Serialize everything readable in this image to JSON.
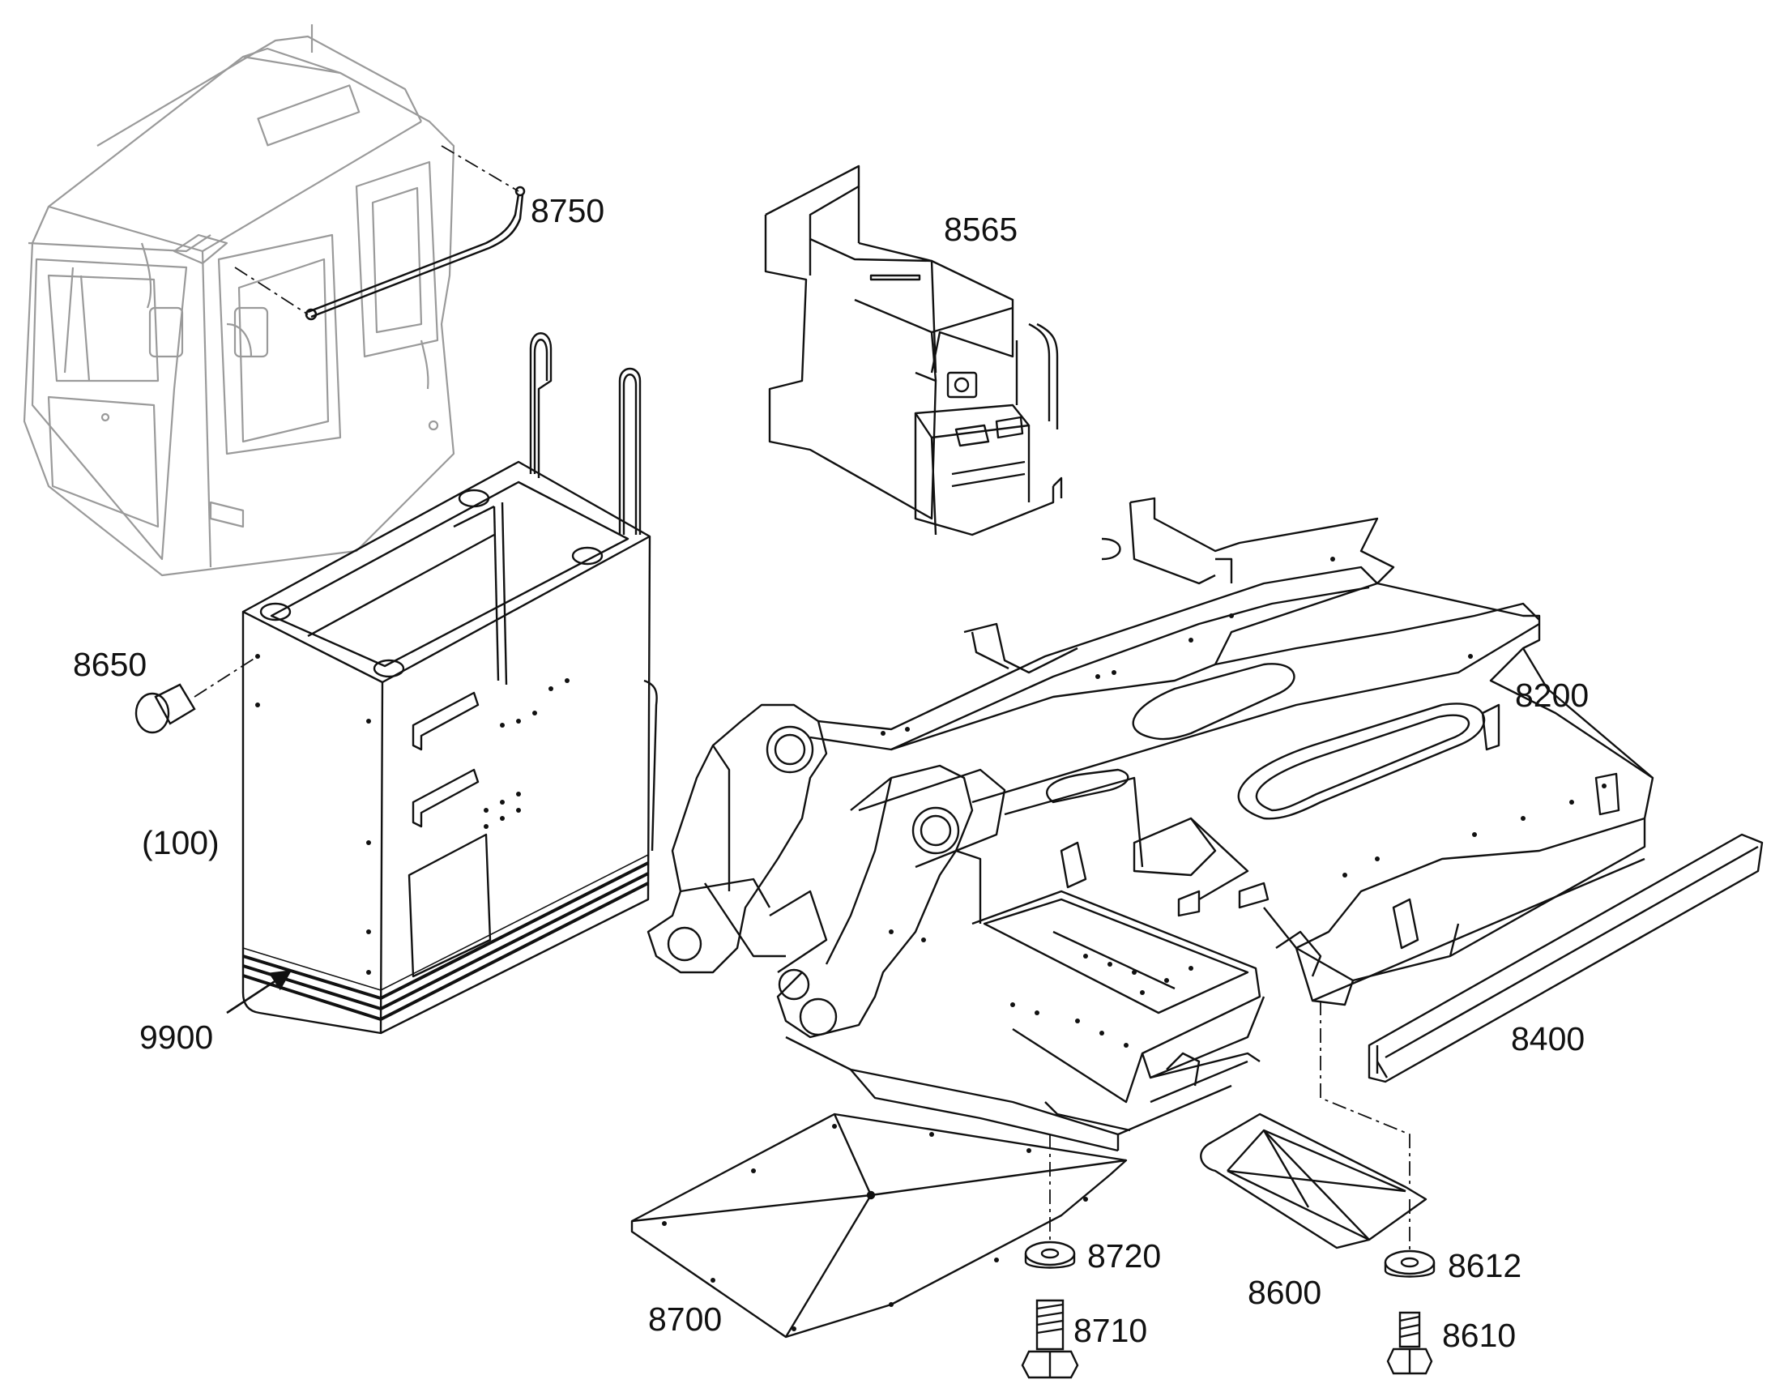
{
  "colors": {
    "line": "#111111",
    "faded_line": "#9a9a9a",
    "seal_band": "#111111",
    "background": "#ffffff"
  },
  "callouts": {
    "c8750": "8750",
    "c8565": "8565",
    "c8650": "8650",
    "c100": "(100)",
    "c9900": "9900",
    "c8200": "8200",
    "c8400": "8400",
    "c8720": "8720",
    "c8710": "8710",
    "c8700": "8700",
    "c8600": "8600",
    "c8612": "8612",
    "c8610": "8610"
  }
}
